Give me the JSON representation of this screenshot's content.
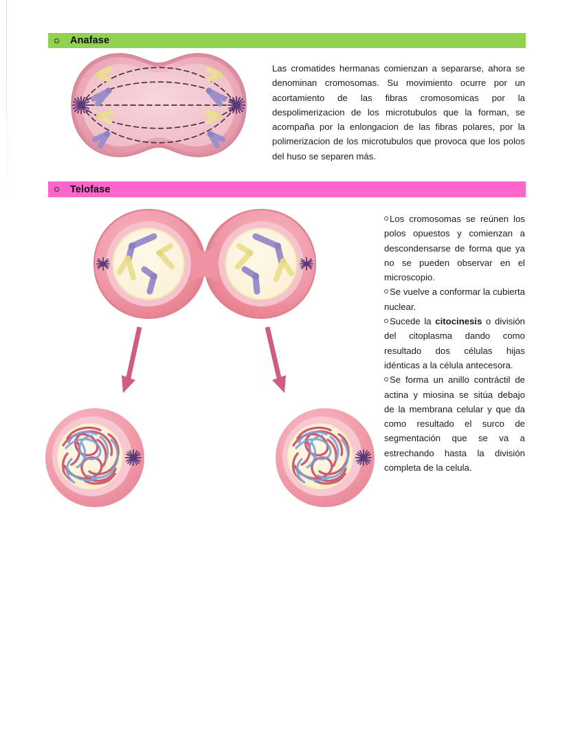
{
  "document": {
    "sections": [
      {
        "id": "anafase",
        "bullet": "hollow-circle",
        "title": "Anafase",
        "bar_color": "#92d14f",
        "body": "Las cromatides hermanas comienzan a separarse, ahora se denominan cromosomas. Su movimiento ocurre por un acortamiento de las fibras cromosomicas por la despolimerizacion de los microtubulos que la forman, se acompaña por la enlongacion de las fibras polares, por la polimerizacion de los microtubulos que provoca que los polos del huso se separen más."
      },
      {
        "id": "telofase",
        "bullet": "hollow-circle",
        "title": "Telofase",
        "bar_color": "#fc66cc",
        "bullets": [
          {
            "text_before_bold": "Los cromosomas se reúnen los polos opuestos y comienzan a descondensarse de forma que ya no se pueden observar en el microscopio.",
            "bold": "",
            "text_after_bold": ""
          },
          {
            "text_before_bold": "Se vuelve a conformar la cubierta nuclear.",
            "bold": "",
            "text_after_bold": ""
          },
          {
            "text_before_bold": "Sucede la ",
            "bold": "citocinesis",
            "text_after_bold": " o división del citoplasma dando como resultado dos células hijas idénticas a la célula antecesora."
          },
          {
            "text_before_bold": "Se forma un anillo contráctil de actina y miosina se sitúa debajo de la membrana celular y que da como resultado el surco de segmentación que se va a estrechando hasta la división completa de la celula.",
            "bold": "",
            "text_after_bold": ""
          }
        ]
      }
    ],
    "figures": {
      "anaphase_cell": {
        "name": "anaphase-cell-diagram",
        "description": "Célula en anafase con forma de mancuerna, huso mitótico punteado y cromosomas separándose",
        "membrane_color": "#e8a0ad",
        "cytoplasm_color": "#f2c4cd",
        "spindle_color": "#5a3142",
        "chromosome_colors": [
          "#f3eaa0",
          "#9b8fcb"
        ],
        "centrosome_color": "#6b4b8a"
      },
      "telophase_cell": {
        "name": "telophase-cell-diagram",
        "description": "Dos células hijas unidas por el surco de segmentación con envolturas nucleares reformándose",
        "membrane_color": "#ef8e9d",
        "nucleus_color": "#fbf3dd",
        "chromosome_colors": [
          "#f3eaa0",
          "#9b8fcb"
        ]
      },
      "arrows": {
        "name": "divergent-arrows",
        "color": "#cf5c84",
        "count": 2
      },
      "daughter_cell_left": {
        "name": "daughter-cell-left",
        "description": "Célula hija con cromatina descondensada",
        "membrane_color": "#f09aa8",
        "nucleus_color": "#fbf4d8",
        "chromatin_colors": [
          "#c9566e",
          "#7d9fd0"
        ]
      },
      "daughter_cell_right": {
        "name": "daughter-cell-right",
        "description": "Célula hija con cromatina descondensada",
        "membrane_color": "#f09aa8",
        "nucleus_color": "#fbf4d8",
        "chromatin_colors": [
          "#c9566e",
          "#7d9fd0"
        ]
      }
    }
  }
}
